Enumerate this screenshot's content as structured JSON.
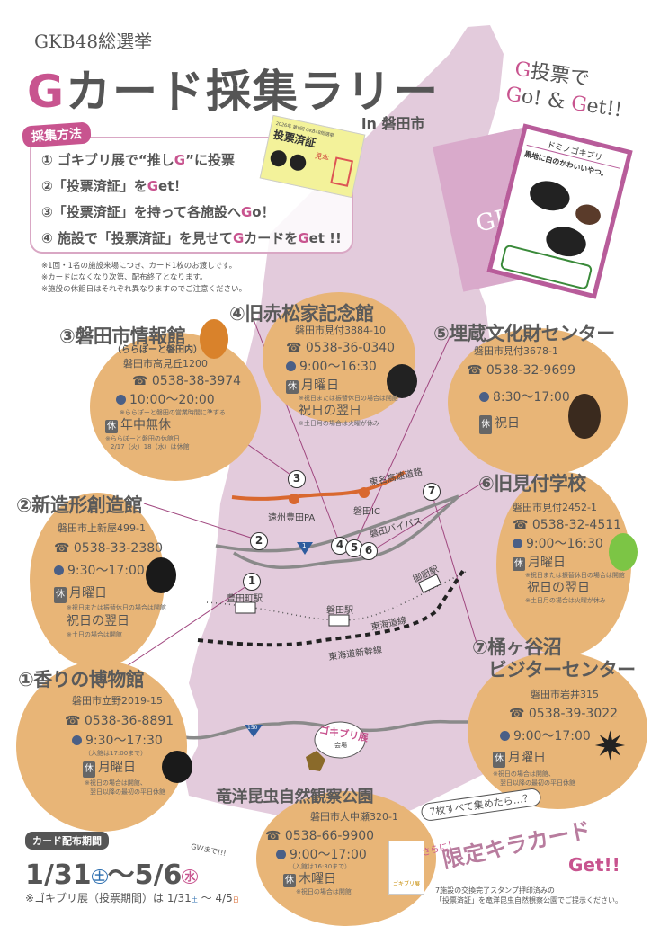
{
  "header": {
    "subtitle": "GKB48総選挙",
    "title_g": "G",
    "title_rest": "カード採集ラリー",
    "location": "in 磐田市",
    "slogan_l1_g": "G",
    "slogan_l1": "投票で",
    "slogan_l2_g1": "G",
    "slogan_l2": "o! & ",
    "slogan_l2_g2": "G",
    "slogan_l2_end": "et!!"
  },
  "method": {
    "label": "採集方法",
    "steps": [
      {
        "pre": "① ゴキブリ展で“推し",
        "g": "G",
        "post": "”に投票",
        "g2": "",
        "post2": ""
      },
      {
        "pre": "②「投票済証」を",
        "g": "G",
        "post": "et！",
        "g2": "",
        "post2": ""
      },
      {
        "pre": "③「投票済証」を持って各施設へ",
        "g": "G",
        "post": "o！",
        "g2": "",
        "post2": ""
      },
      {
        "pre": "④ 施設で「投票済証」を見せて",
        "g": "G",
        "post": "カードを",
        "g2": "G",
        "post2": "et !!"
      }
    ],
    "notes": [
      "※1回・1名の施設来場につき、カード1枚のお渡しです。",
      "※カードはなくなり次第、配布終了となります。",
      "※施設の休館日はそれぞれ異なりますのでご注意ください。"
    ]
  },
  "ticket": {
    "header": "2026年 第9回 GKB48総選挙",
    "title": "投票済証",
    "sample": "見本"
  },
  "card": {
    "back": "GKB",
    "name": "ドミノゴキブリ",
    "catch": "黒地に白のかわいいやつ。"
  },
  "facilities": [
    {
      "name": "①香りの博物館",
      "address": "磐田市立野2019-15",
      "phone": "☎ 0538-36-8891",
      "hours": "9:30〜17:30",
      "hours_note": "（入館は17:00まで）",
      "closed": "月曜日",
      "closed_note": "※祝日の場合は開館、",
      "closed_note2": "翌日以降の最初の平日休館"
    },
    {
      "name": "②新造形創造館",
      "address": "磐田市上新屋499-1",
      "phone": "☎ 0538-33-2380",
      "hours": "9:30〜17:00",
      "closed": "月曜日",
      "closed_note": "※祝日または振替休日の場合は開館",
      "closed2": "祝日の翌日",
      "closed2_note": "※土日の場合は開館"
    },
    {
      "name": "③磐田市情報館",
      "sub": "（ららぽーと磐田内）",
      "address": "磐田市高見丘1200",
      "phone": "☎ 0538-38-3974",
      "hours": "10:00〜20:00",
      "hours_note": "※ららぽーと磐田の営業時間に準ずる",
      "closed": "年中無休",
      "closed_note": "※ららぽーと磐田の休館日",
      "closed_note2": "2/17（火）18（水）は休館"
    },
    {
      "name": "④旧赤松家記念館",
      "address": "磐田市見付3884-10",
      "phone": "☎ 0538-36-0340",
      "hours": "9:00〜16:30",
      "closed": "月曜日",
      "closed_note": "※祝日または振替休日の場合は開館",
      "closed2": "祝日の翌日",
      "closed2_note": "※土日月の場合は火曜が休み"
    },
    {
      "name": "⑤埋蔵文化財センター",
      "address": "磐田市見付3678-1",
      "phone": "☎ 0538-32-9699",
      "hours": "8:30〜17:00",
      "closed": "祝日"
    },
    {
      "name": "⑥旧見付学校",
      "address": "磐田市見付2452-1",
      "phone": "☎ 0538-32-4511",
      "hours": "9:00〜16:30",
      "closed": "月曜日",
      "closed_note": "※祝日または振替休日の場合は開館",
      "closed2": "祝日の翌日",
      "closed2_note": "※土日月の場合は火曜が休み"
    },
    {
      "name": "⑦桶ヶ谷沼",
      "name2": "ビジターセンター",
      "address": "磐田市岩井315",
      "phone": "☎ 0538-39-3022",
      "hours": "9:00〜17:00",
      "closed": "月曜日",
      "closed_note": "※祝日の場合は開館、",
      "closed_note2": "翌日以降の最初の平日休館"
    },
    {
      "name": "竜洋昆虫自然観察公園",
      "address": "磐田市大中瀬320-1",
      "phone": "☎ 0538-66-9900",
      "hours": "9:00〜17:00",
      "hours_note": "（入館は16:30まで）",
      "closed": "木曜日",
      "closed_note": "※祝日の場合は開館",
      "poster": "ゴキブリ展"
    }
  ],
  "closed_badge": "休",
  "map": {
    "expressway": "東名高速道路",
    "pa": "遠州豊田PA",
    "ic": "磐田IC",
    "bypass": "磐田バイパス",
    "route1": "1",
    "route150": "150",
    "stations": [
      "豊田町駅",
      "磐田駅",
      "御厨駅"
    ],
    "line": "東海道線",
    "shinkansen": "東海道新幹線",
    "venue": "ゴキブリ展",
    "venue_sub": "会場",
    "markers": [
      "1",
      "2",
      "3",
      "4",
      "5",
      "6",
      "7"
    ]
  },
  "period": {
    "label": "カード配布期間",
    "start": "1/31",
    "start_day": "土",
    "sep": "〜",
    "end": "5/6",
    "end_day": "水",
    "gw": "GWまで!!!",
    "note": "※ゴキブリ展（投票期間）は 1/31",
    "note_day1": "土",
    "note_mid": " 〜 4/5",
    "note_day2": "日"
  },
  "bonus": {
    "bubble": "7枚すべて集めたら…？",
    "more": "さらに！",
    "title": "限定キラカード",
    "get": "Get!!",
    "note1": "7施設の交換完了スタンプ押印済みの",
    "note2": "「投票済証」を竜洋昆虫自然観察公園でご提示ください。"
  },
  "colors": {
    "accent": "#c8548f",
    "map": "#e3cbdc",
    "circle": "#e8b577",
    "text": "#555555",
    "expressway": "#d9682f",
    "road": "#8a8a8a"
  }
}
